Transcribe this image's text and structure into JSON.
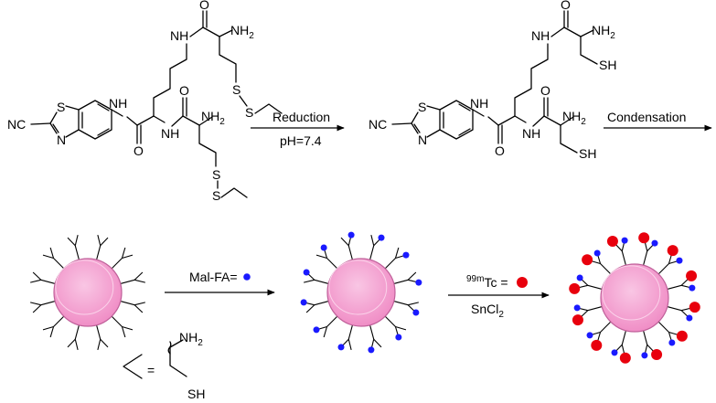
{
  "steps": {
    "step1": {
      "label_top": "Reduction",
      "label_bottom": "pH=7.4"
    },
    "step2": {
      "label_top": "Condensation"
    },
    "step3": {
      "label_top": "Mal-FA="
    },
    "step4": {
      "label_top_sup": "99m",
      "label_top_main": "Tc =",
      "label_bottom_main": "SnCl",
      "label_bottom_sub": "2"
    }
  },
  "molecule_atoms": {
    "nc": "N≡C",
    "nc2": "NC",
    "s": "S",
    "n": "N",
    "o": "O",
    "nh": "NH",
    "nh2": "NH",
    "nh2_sub": "2",
    "hn": "HN",
    "sh": "SH"
  },
  "legend": {
    "equals": "=",
    "nh2": "NH",
    "nh2_sub": "2",
    "sh": "SH"
  },
  "colors": {
    "particle_fill": "#f4a7d3",
    "particle_stroke": "#c0609a",
    "folate": "#1a1aff",
    "tc": "#e8000d"
  }
}
